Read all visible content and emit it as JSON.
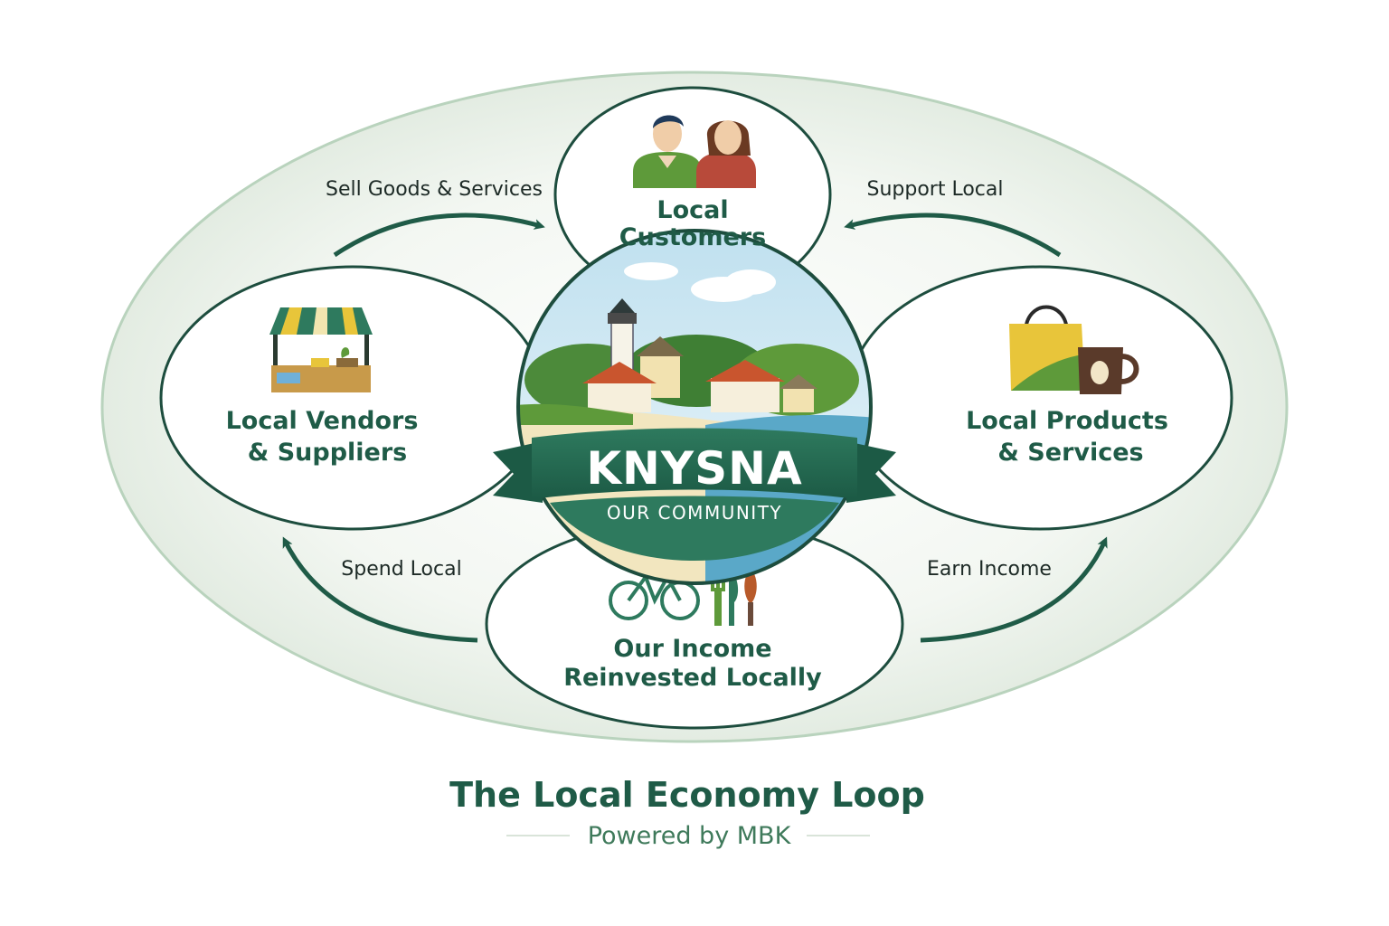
{
  "colors": {
    "primary_green": "#1f5b47",
    "outline": "#1d4d3e",
    "accent_green": "#5e9a3a",
    "field_tint": "#eaf2ea"
  },
  "center": {
    "title": "KNYSNA",
    "subtitle": "OUR COMMUNITY",
    "icon": "coastal-town-illustration"
  },
  "nodes": {
    "customers": {
      "line1": "Local",
      "line2": "Customers",
      "icon": "people-icon"
    },
    "vendors": {
      "line1": "Local Vendors",
      "line2": "& Suppliers",
      "icon": "market-stall-icon"
    },
    "products": {
      "line1": "Local Products",
      "line2": "& Services",
      "icon": "shopping-bag-mug-icon"
    },
    "income": {
      "line1": "Our Income",
      "line2": "Reinvested Locally",
      "icons": [
        "bicycle-icon",
        "fork-knife-icon",
        "paintbrush-icon"
      ]
    }
  },
  "arrows": {
    "top_left": "Sell Goods & Services",
    "top_right": "Support Local",
    "bottom_left": "Spend Local",
    "bottom_right": "Earn Income"
  },
  "footer": {
    "title": "The Local Economy Loop",
    "subtitle": "Powered by MBK"
  }
}
